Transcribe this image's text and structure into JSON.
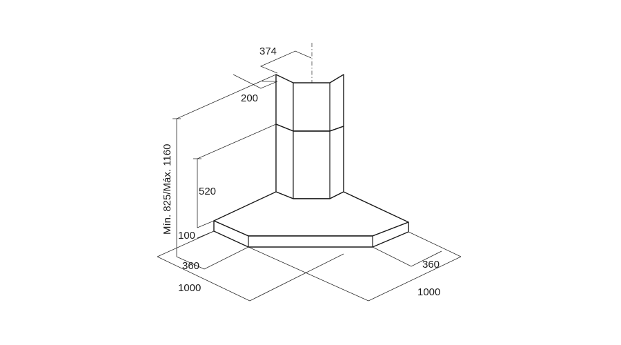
{
  "diagram": {
    "dimensions": {
      "chimney_width": "374",
      "chimney_depth": "200",
      "chimney_height": "520",
      "total_height": "Mín. 825/Máx. 1160",
      "canopy_height": "100",
      "left_depth": "360",
      "right_depth": "360",
      "left_width": "1000",
      "right_width": "1000"
    },
    "colors": {
      "line": "#1a1a1a",
      "background": "#ffffff"
    }
  }
}
